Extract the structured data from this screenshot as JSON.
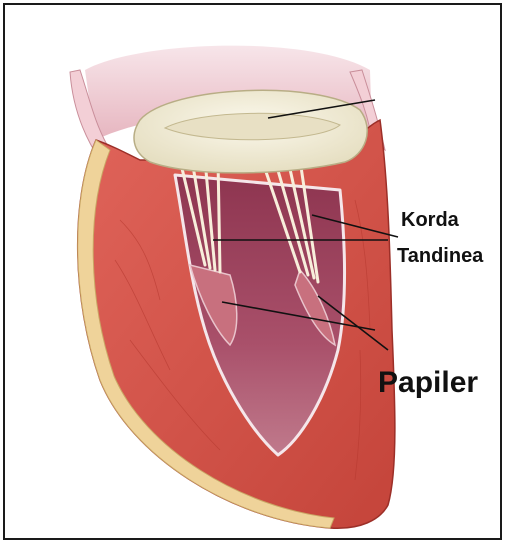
{
  "labels": {
    "korda": "Korda",
    "tandinea": "Tandinea",
    "papiler": "Papiler"
  },
  "colors": {
    "myocardium": "#d9534a",
    "myocardium_dark": "#b8392f",
    "endocardium": "#f2d9a8",
    "chamber": "#a8485e",
    "chamber_light": "#cf8a9a",
    "valve": "#f4f0df",
    "chordae": "#f7ecd6",
    "aorta": "#f0c4cc"
  }
}
